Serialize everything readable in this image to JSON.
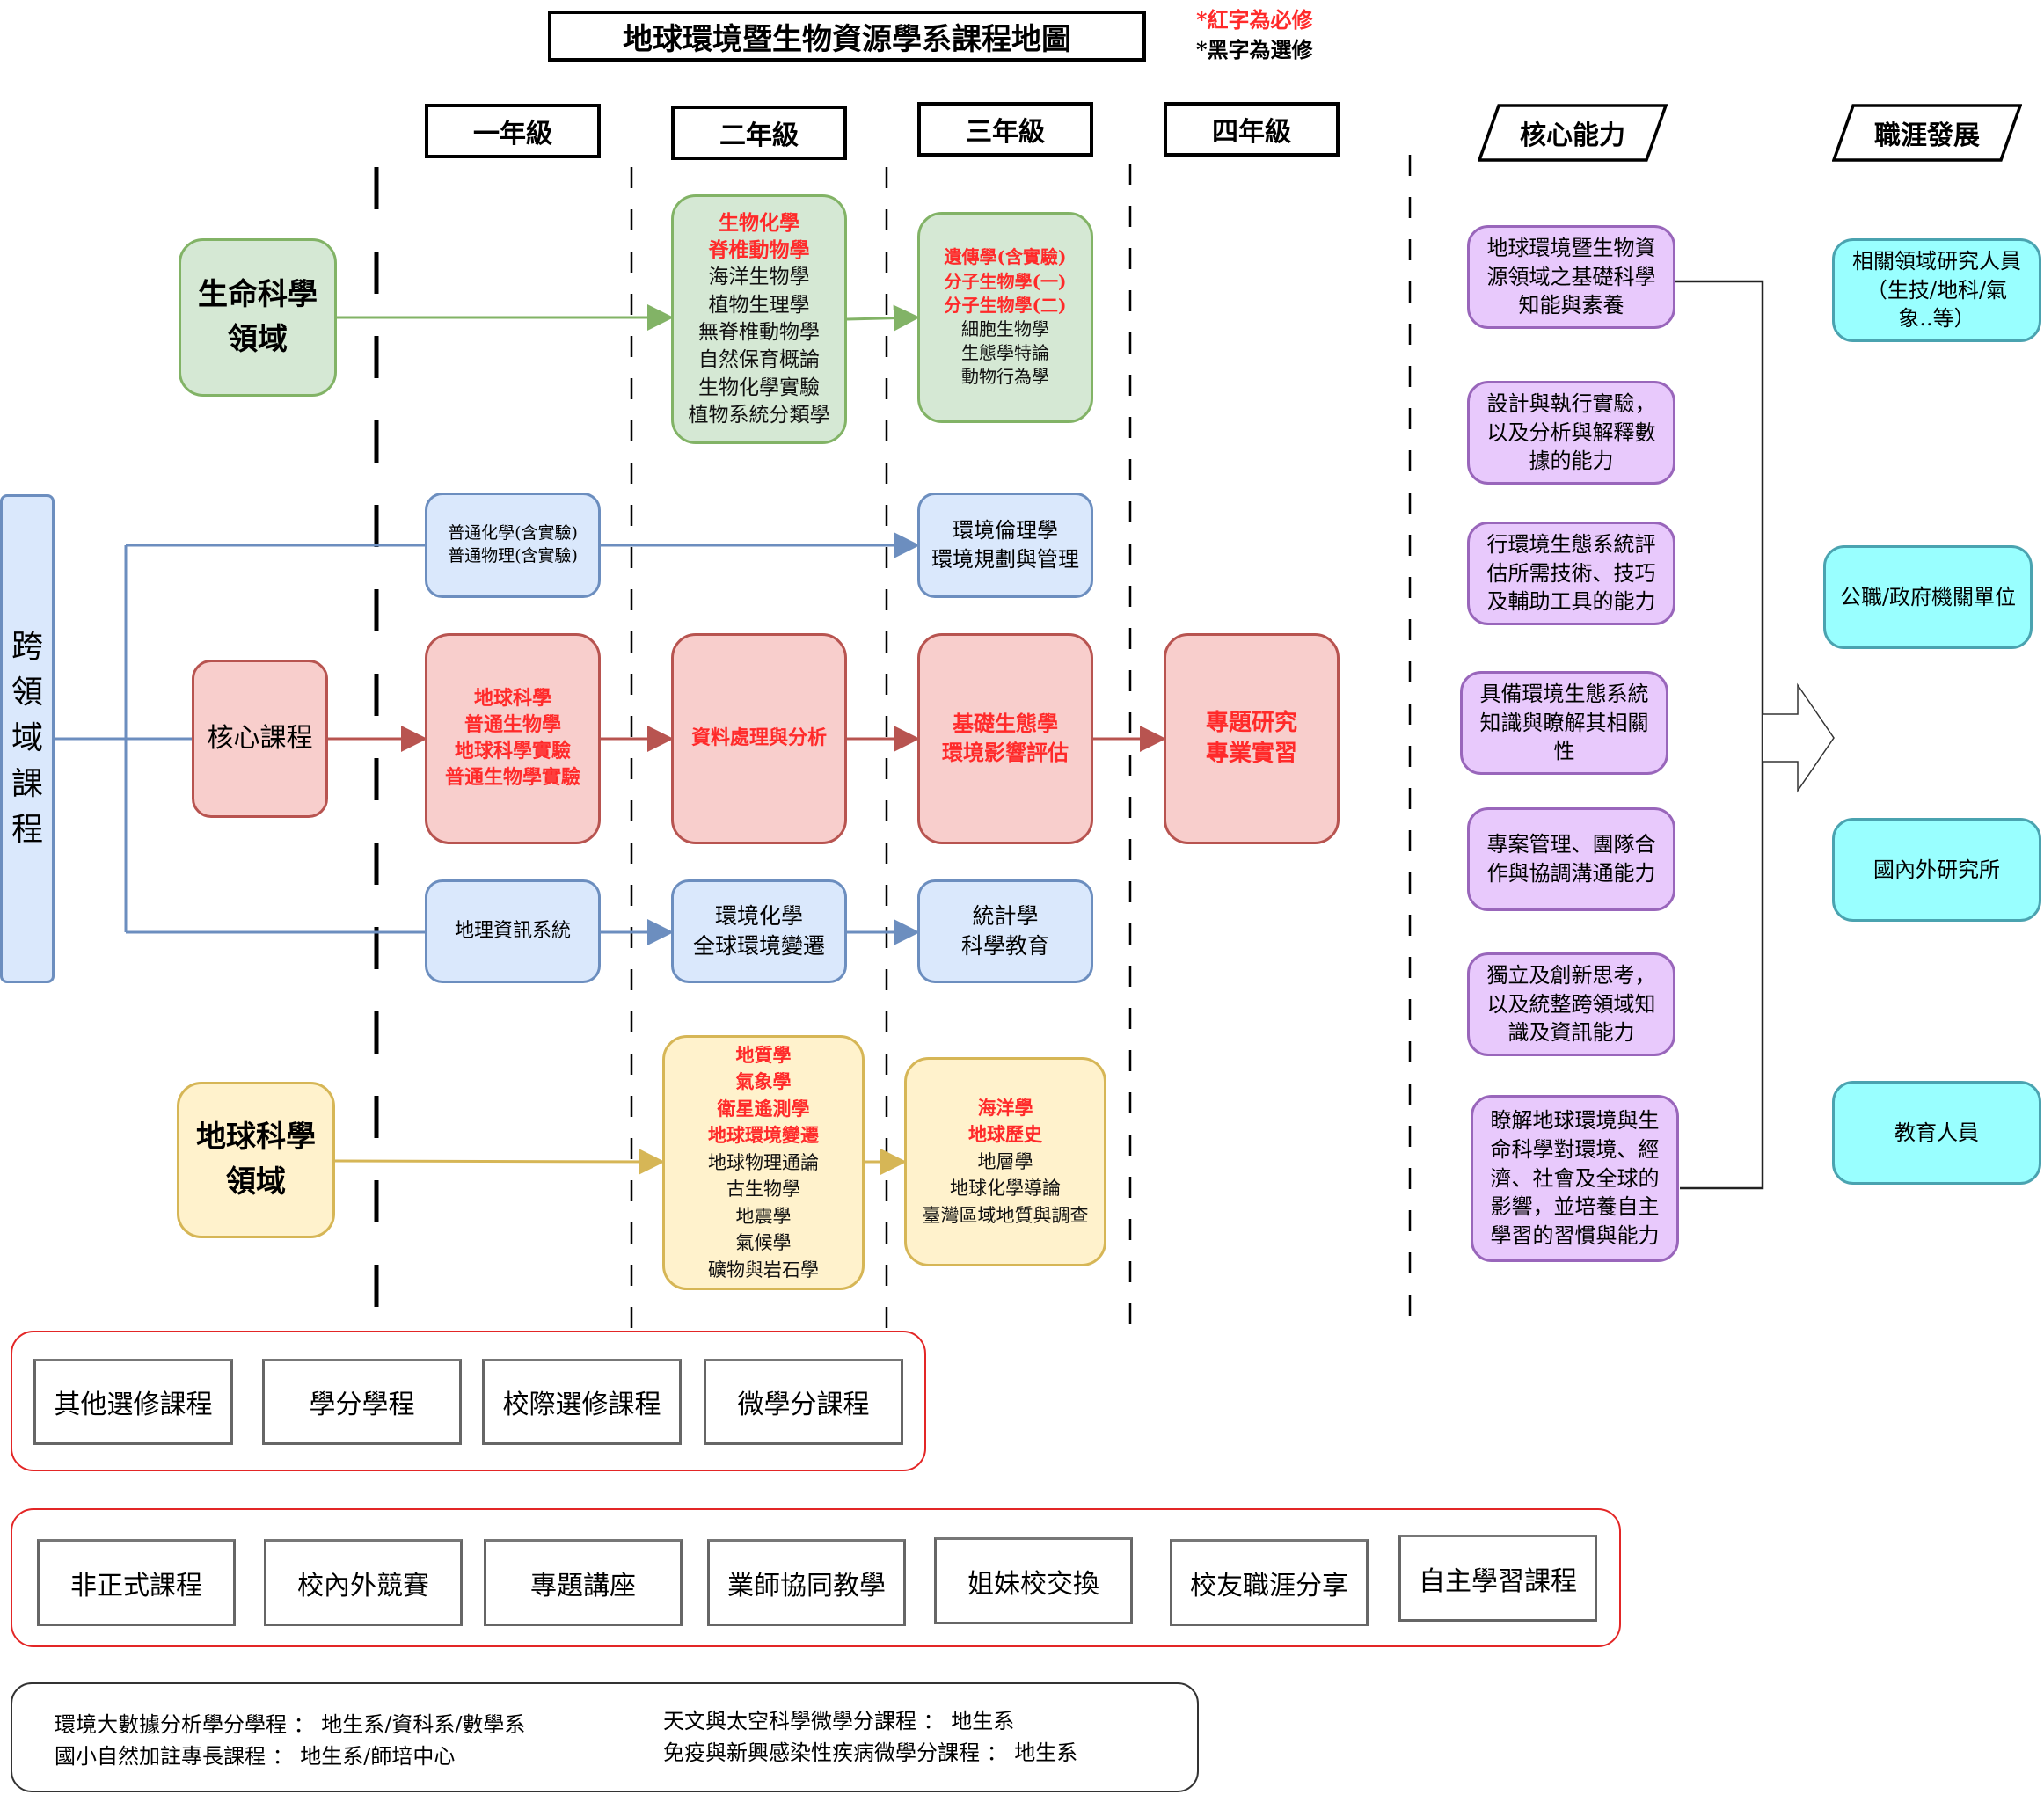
{
  "title": "地球環境暨生物資源學系課程地圖",
  "legend": {
    "required": "*紅字為必修",
    "elective": "*黑字為選修"
  },
  "colors": {
    "required_text": "#ff2a2a",
    "life_science": "#d5e8d4",
    "cross_domain": "#dae8fc",
    "core": "#f8cecc",
    "earth_science": "#fff2cc",
    "competency": "#e8c9fc",
    "career": "#99ffff"
  },
  "years": [
    "一年級",
    "二年級",
    "三年級",
    "四年級"
  ],
  "competency_header": "核心能力",
  "career_header": "職涯發展",
  "domains": {
    "life_science": {
      "label_line1": "生命科學",
      "label_line2": "領域",
      "year2": {
        "required": [
          "生物化學",
          "脊椎動物學"
        ],
        "elective": [
          "海洋生物學",
          "植物生理學",
          "無脊椎動物學",
          "自然保育概論",
          "生物化學實驗",
          "植物系統分類學"
        ]
      },
      "year3": {
        "required": [
          "遺傳學(含實驗)",
          "分子生物學(一)",
          "分子生物學(二)"
        ],
        "elective": [
          "細胞生物學",
          "生態學特論",
          "動物行為學"
        ]
      }
    },
    "cross_domain": {
      "label_chars": [
        "跨",
        "領",
        "域",
        "課",
        "程"
      ],
      "row1_year1": [
        "普通化學(含實驗)",
        "普通物理(含實驗)"
      ],
      "row1_year3": [
        "環境倫理學",
        "環境規劃與管理"
      ],
      "row3_year1": [
        "地理資訊系統"
      ],
      "row3_year2": [
        "環境化學",
        "全球環境變遷"
      ],
      "row3_year3": [
        "統計學",
        "科學教育"
      ]
    },
    "core": {
      "label": "核心課程",
      "year1": [
        "地球科學",
        "普通生物學",
        "地球科學實驗",
        "普通生物學實驗"
      ],
      "year2": [
        "資料處理與分析"
      ],
      "year3": [
        "基礎生態學",
        "環境影響評估"
      ],
      "year4": [
        "專題研究",
        "專業實習"
      ]
    },
    "earth_science": {
      "label_line1": "地球科學",
      "label_line2": "領域",
      "year2": {
        "required": [
          "地質學",
          "氣象學",
          "衛星遙測學",
          "地球環境變遷"
        ],
        "elective": [
          "地球物理通論",
          "古生物學",
          "地震學",
          "氣候學",
          "礦物與岩石學"
        ]
      },
      "year3": {
        "required": [
          "海洋學",
          "地球歷史"
        ],
        "elective": [
          "地層學",
          "地球化學導論",
          "臺灣區域地質與調查"
        ]
      }
    }
  },
  "competencies": [
    [
      "地球環境暨生物資",
      "源領域之基礎科學",
      "知能與素養"
    ],
    [
      "設計與執行實驗，",
      "以及分析與解釋數",
      "據的能力"
    ],
    [
      "行環境生態系統評",
      "估所需技術、技巧",
      "及輔助工具的能力"
    ],
    [
      "具備環境生態系統",
      "知識與瞭解其相關",
      "性"
    ],
    [
      "專案管理、團隊合",
      "作與協調溝通能力"
    ],
    [
      "獨立及創新思考，",
      "以及統整跨領域知",
      "識及資訊能力"
    ],
    [
      "瞭解地球環境與生",
      "命科學對環境、經",
      "濟、社會及全球的",
      "影響，並培養自主",
      "學習的習慣與能力"
    ]
  ],
  "careers": [
    [
      "相關領域研究人員",
      "（生技/地科/氣",
      "象..等）"
    ],
    [
      "公職/政府機關單位"
    ],
    [
      "國內外研究所"
    ],
    [
      "教育人員"
    ]
  ],
  "other_programs": [
    "其他選修課程",
    "學分學程",
    "校際選修課程",
    "微學分課程"
  ],
  "informal_programs": [
    "非正式課程",
    "校內外競賽",
    "專題講座",
    "業師協同教學",
    "姐妹校交換",
    "校友職涯分享",
    "自主學習課程"
  ],
  "footer": {
    "left": [
      "環境大數據分析學分學程 ： 地生系/資科系/數學系",
      "國小自然加註專長課程 ： 地生系/師培中心"
    ],
    "right": [
      "天文與太空科學微學分課程 ： 地生系",
      "免疫與新興感染性疾病微學分課程 ： 地生系"
    ]
  }
}
